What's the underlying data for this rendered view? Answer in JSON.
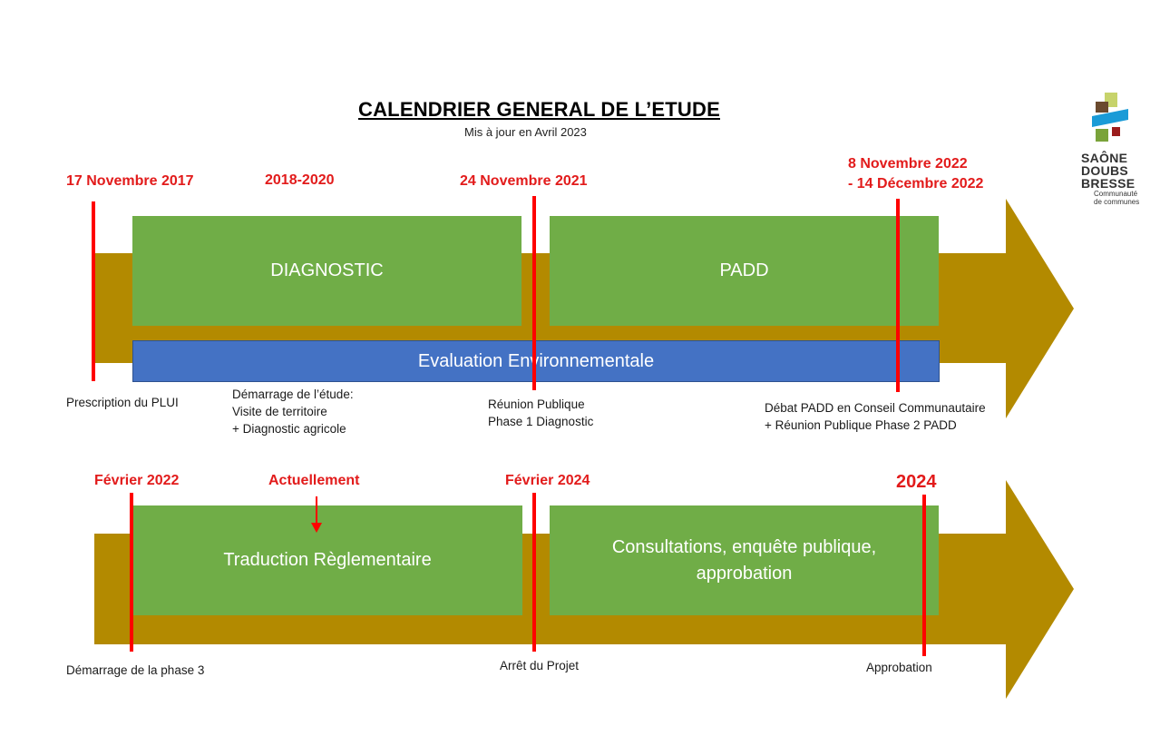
{
  "header": {
    "title": "CALENDRIER GENERAL DE L’ETUDE",
    "subtitle": "Mis à jour en Avril 2023"
  },
  "logo": {
    "line1": "SAÔNE",
    "line2": "DOUBS",
    "line3": "BRESSE",
    "sub1": "Communauté",
    "sub2": "de communes"
  },
  "row1": {
    "dates": {
      "d1": "17 Novembre 2017",
      "d2": "2018-2020",
      "d3": "24 Novembre 2021",
      "d4a": "8 Novembre 2022",
      "d4b": "- 14 Décembre 2022"
    },
    "phases": {
      "diagnostic": "DIAGNOSTIC",
      "padd": "PADD",
      "evaluation": "Evaluation Environnementale"
    },
    "notes": {
      "n1": "Prescription du PLUI",
      "n2a": "Démarrage de l’étude:",
      "n2b": "Visite de territoire",
      "n2c": "+ Diagnostic agricole",
      "n3a": "Réunion Publique",
      "n3b": "Phase 1 Diagnostic",
      "n4a": "Débat PADD en Conseil Communautaire",
      "n4b": "+ Réunion Publique Phase 2 PADD"
    }
  },
  "row2": {
    "dates": {
      "d1": "Février  2022",
      "current": "Actuellement",
      "d2": "Février 2024",
      "d3": "2024"
    },
    "phases": {
      "traduction": "Traduction Règlementaire",
      "consultations_a": "Consultations, enquête publique,",
      "consultations_b": "approbation"
    },
    "notes": {
      "n1": "Démarrage de la phase 3",
      "n2": "Arrêt du Projet",
      "n3": "Approbation"
    }
  },
  "colors": {
    "arrow": "#b38a00",
    "phase": "#70ad47",
    "evaluation": "#4472c4",
    "marker": "#ff0000",
    "date_text": "#e21b1b"
  }
}
